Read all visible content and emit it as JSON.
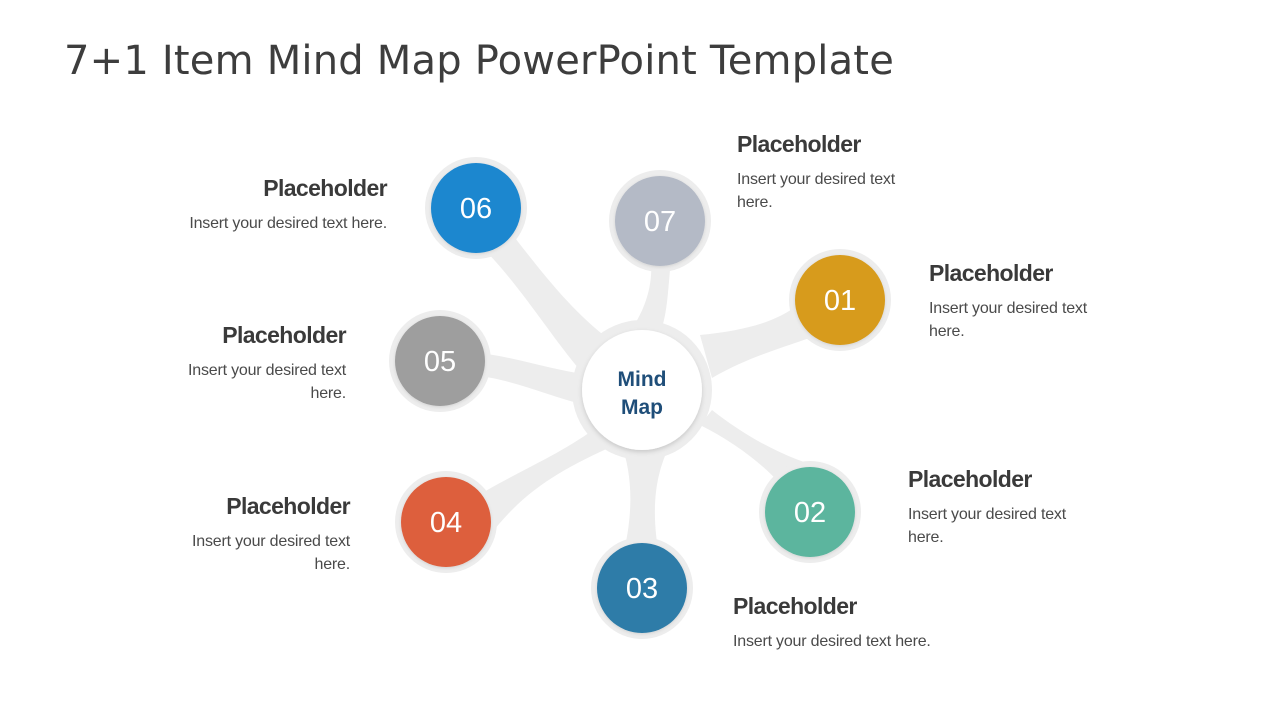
{
  "title": "7+1 Item Mind Map PowerPoint Template",
  "center": {
    "line1": "Mind",
    "line2": "Map"
  },
  "nodes": [
    {
      "number": "01",
      "color": "#D79B1F",
      "heading": "Placeholder",
      "text": "Insert your desired text here."
    },
    {
      "number": "02",
      "color": "#5BB59E",
      "heading": "Placeholder",
      "text": "Insert your desired text here."
    },
    {
      "number": "03",
      "color": "#2E7CA8",
      "heading": "Placeholder",
      "text": "Insert your desired text here."
    },
    {
      "number": "04",
      "color": "#DD5E3D",
      "heading": "Placeholder",
      "text": "Insert your desired text here."
    },
    {
      "number": "05",
      "color": "#9E9E9E",
      "heading": "Placeholder",
      "text": "Insert your desired text here."
    },
    {
      "number": "06",
      "color": "#1E87CF",
      "heading": "Placeholder",
      "text": "Insert your desired text here."
    },
    {
      "number": "07",
      "color": "#B4BAC6",
      "heading": "Placeholder",
      "text": "Insert your desired text here."
    }
  ],
  "colors": {
    "branch": "#EDEDED",
    "center_text": "#1F4E79",
    "title": "#3D3D3D"
  }
}
